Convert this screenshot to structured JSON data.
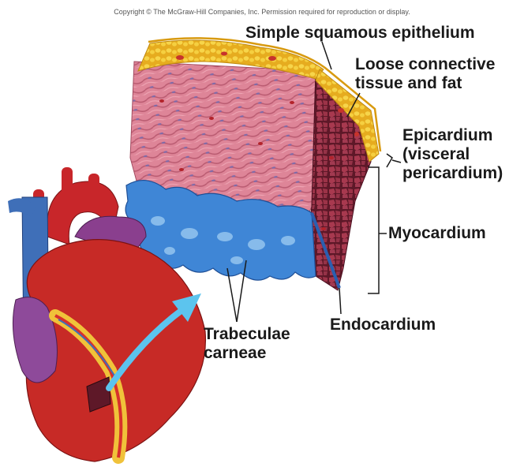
{
  "copyright": "Copyright © The McGraw-Hill Companies, Inc. Permission required for reproduction or display.",
  "labels": {
    "simple_squamous": "Simple squamous epithelium",
    "loose_connective_1": "Loose connective",
    "loose_connective_2": "tissue and fat",
    "epicardium_1": "Epicardium",
    "epicardium_2": "(visceral",
    "epicardium_3": "pericardium)",
    "myocardium": "Myocardium",
    "endocardium": "Endocardium",
    "trabeculae_1": "Trabeculae",
    "trabeculae_2": "carneae"
  },
  "colors": {
    "fat": "#f2c531",
    "myocardium_surface": "#d9778a",
    "myocardium_cut": "#8a2a3c",
    "endocardium": "#3a7fd0",
    "heart_red": "#c8262a",
    "vein_blue": "#3f6fb8",
    "artery_purple": "#8a3f8e",
    "arrow": "#5cc4ee"
  }
}
